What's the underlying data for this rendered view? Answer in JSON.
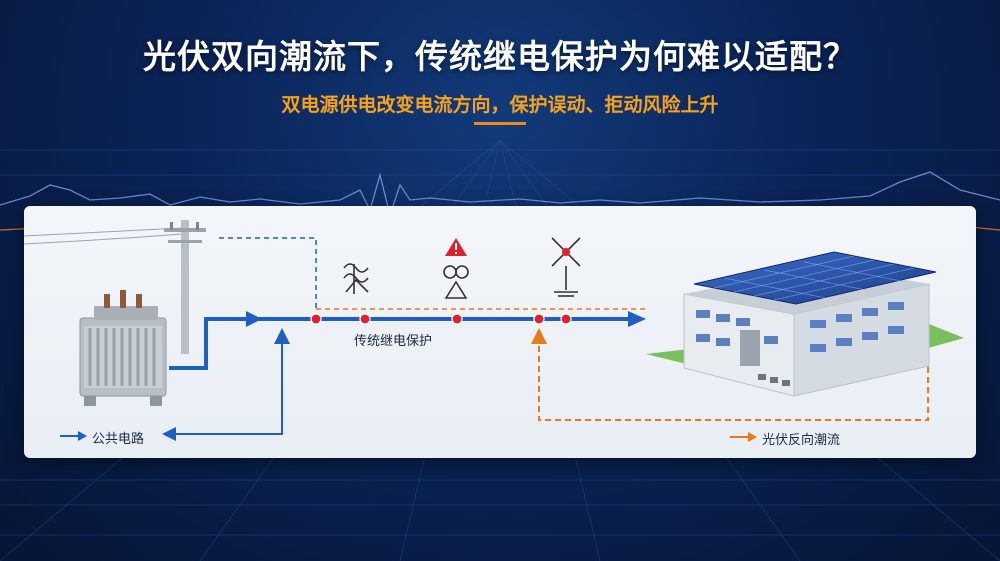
{
  "header": {
    "title": "光伏双向潮流下，传统继电保护为何难以适配？",
    "subtitle": "双电源供电改变电流方向，保护误动、拒动风险上升"
  },
  "diagram": {
    "relay_label": "传统继电保护",
    "legend_grid": "公共电路",
    "legend_pv": "光伏反向潮流"
  },
  "colors": {
    "accent": "#f08a1c",
    "grid_flow": "#1f5fc4",
    "pv_flow": "#e8791c",
    "node": "#e0202a"
  }
}
